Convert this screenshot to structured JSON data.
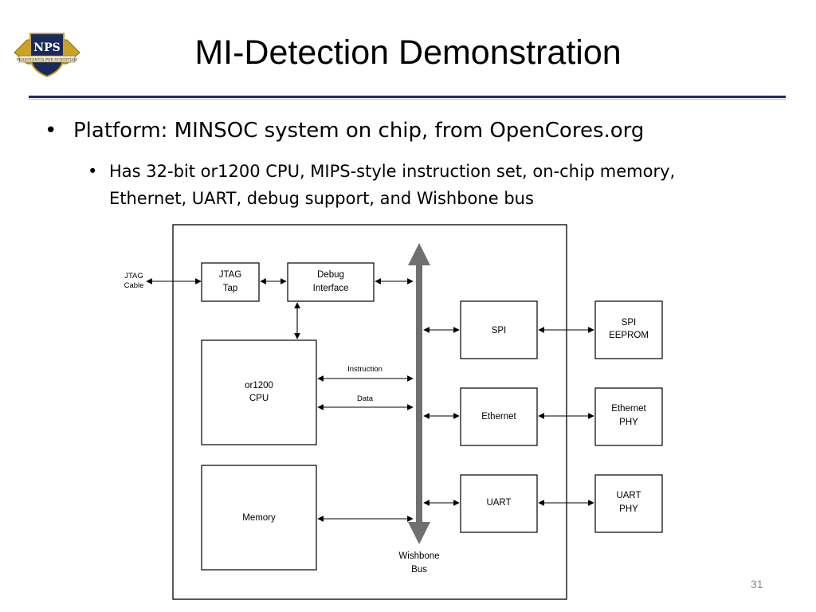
{
  "slide": {
    "title": "MI-Detection Demonstration",
    "page_number": "31",
    "logo": {
      "text": "NPS",
      "motto": "PRAESTANTIA PER SCIENTIAM"
    }
  },
  "bullets": {
    "level1": {
      "marker": "•",
      "text": "Platform: MINSOC system on chip, from OpenCores.org"
    },
    "level2": {
      "marker": "•",
      "text": "Has 32-bit or1200 CPU, MIPS-style instruction set, on-chip memory, Ethernet, UART, debug support, and Wishbone bus"
    }
  },
  "diagram": {
    "jtag_cable": [
      "JTAG",
      "Cable"
    ],
    "jtag_tap": [
      "JTAG",
      "Tap"
    ],
    "debug_interface": [
      "Debug",
      "Interface"
    ],
    "cpu": [
      "or1200",
      "CPU"
    ],
    "memory": "Memory",
    "instruction": "Instruction",
    "data": "Data",
    "spi": "SPI",
    "ethernet": "Ethernet",
    "uart": "UART",
    "spi_eeprom": [
      "SPI",
      "EEPROM"
    ],
    "ethernet_phy": [
      "Ethernet",
      "PHY"
    ],
    "uart_phy": [
      "UART",
      "PHY"
    ],
    "wishbone": [
      "Wishbone",
      "Bus"
    ],
    "colors": {
      "bus": "#707070",
      "title_rule": "#1f2a6b",
      "logo_navy": "#1b2a5c",
      "logo_gold": "#c9a227"
    }
  }
}
